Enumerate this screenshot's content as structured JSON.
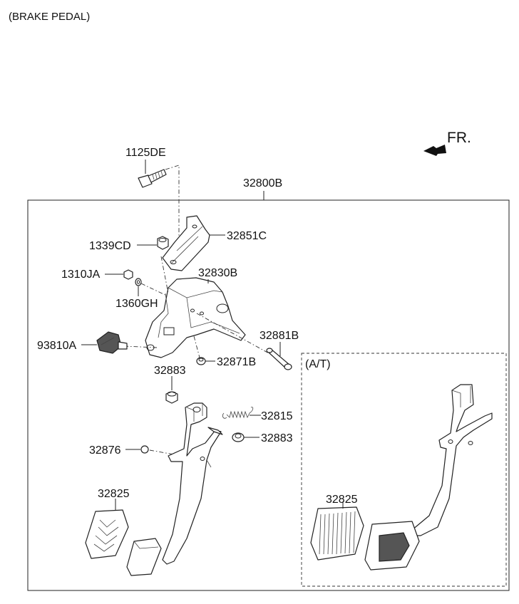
{
  "header": {
    "title": "(BRAKE PEDAL)"
  },
  "direction": {
    "label": "FR."
  },
  "assembly": {
    "label": "32800B"
  },
  "at_box": {
    "label": "(A/T)"
  },
  "parts": {
    "p1125DE": "1125DE",
    "p32851C": "32851C",
    "p1339CD": "1339CD",
    "p1310JA": "1310JA",
    "p32830B": "32830B",
    "p1360GH": "1360GH",
    "p32881B": "32881B",
    "p93810A": "93810A",
    "p32871B": "32871B",
    "p32883_top": "32883",
    "p32815": "32815",
    "p32883_right": "32883",
    "p32876": "32876",
    "p32825_left": "32825",
    "p32825_at": "32825"
  }
}
